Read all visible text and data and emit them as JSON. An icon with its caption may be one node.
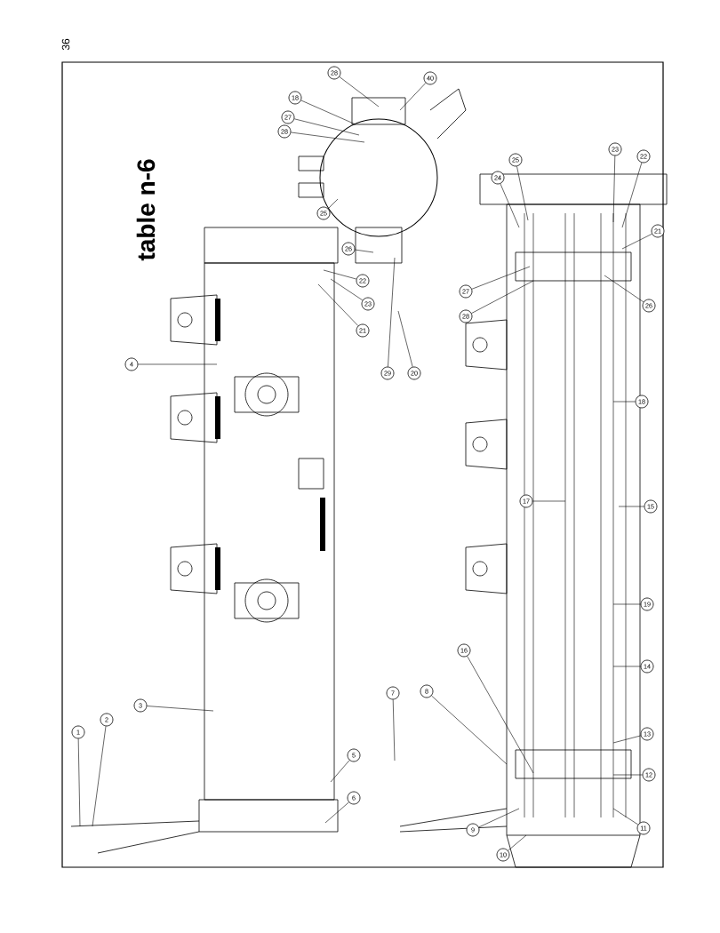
{
  "diagram": {
    "title": "table n-6",
    "nodes": [
      {
        "text": [
          "28"
        ]
      },
      {
        "text": [
          "40"
        ]
      },
      {
        "text": [
          "18"
        ]
      },
      {
        "text": [
          "27"
        ]
      },
      {
        "text": [
          "28"
        ]
      },
      {
        "text": [
          "25"
        ]
      },
      {
        "text": [
          "26"
        ]
      },
      {
        "text": [
          "22"
        ]
      },
      {
        "text": [
          "23"
        ]
      },
      {
        "text": [
          "21"
        ]
      },
      {
        "text": [
          "29"
        ]
      },
      {
        "text": [
          "20"
        ]
      },
      {
        "text": [
          "24"
        ]
      },
      {
        "text": [
          "25"
        ]
      },
      {
        "text": [
          "23"
        ]
      },
      {
        "text": [
          "22"
        ]
      },
      {
        "text": [
          "21"
        ]
      },
      {
        "text": [
          "27"
        ]
      },
      {
        "text": [
          "28"
        ]
      },
      {
        "text": [
          "26"
        ]
      },
      {
        "text": [
          "4"
        ]
      },
      {
        "text": [
          "17"
        ]
      },
      {
        "text": [
          "18"
        ]
      },
      {
        "text": [
          "19"
        ]
      },
      {
        "text": [
          "15"
        ]
      },
      {
        "text": [
          "16"
        ]
      },
      {
        "text": [
          "1"
        ]
      },
      {
        "text": [
          "2"
        ]
      },
      {
        "text": [
          "3"
        ]
      },
      {
        "text": [
          "7"
        ]
      },
      {
        "text": [
          "8"
        ]
      },
      {
        "text": [
          "5"
        ]
      },
      {
        "text": [
          "6"
        ]
      },
      {
        "text": [
          "14"
        ]
      },
      {
        "text": [
          "13"
        ]
      },
      {
        "text": [
          "12"
        ]
      },
      {
        "text": [
          "9"
        ]
      },
      {
        "text": [
          "11"
        ]
      },
      {
        "text": [
          "10"
        ]
      }
    ],
    "edges": [
      {
        "from": 0,
        "to": null,
        "arrow": "none"
      },
      {
        "from": 1,
        "to": null,
        "arrow": "none"
      },
      {
        "from": 2,
        "to": null,
        "arrow": "none"
      },
      {
        "from": 3,
        "to": null,
        "arrow": "none"
      },
      {
        "from": 4,
        "to": null,
        "arrow": "none"
      },
      {
        "from": 5,
        "to": null,
        "arrow": "none"
      },
      {
        "from": 6,
        "to": null,
        "arrow": "none"
      },
      {
        "from": 7,
        "to": null,
        "arrow": "none"
      },
      {
        "from": 8,
        "to": null,
        "arrow": "none"
      },
      {
        "from": 9,
        "to": null,
        "arrow": "none"
      },
      {
        "from": 10,
        "to": null,
        "arrow": "none"
      },
      {
        "from": 11,
        "to": null,
        "arrow": "none"
      },
      {
        "from": 12,
        "to": null,
        "arrow": "none"
      },
      {
        "from": 13,
        "to": null,
        "arrow": "none"
      },
      {
        "from": 14,
        "to": null,
        "arrow": "none"
      },
      {
        "from": 15,
        "to": null,
        "arrow": "none"
      },
      {
        "from": 16,
        "to": null,
        "arrow": "none"
      },
      {
        "from": 17,
        "to": null,
        "arrow": "none"
      },
      {
        "from": 18,
        "to": null,
        "arrow": "none"
      },
      {
        "from": 19,
        "to": null,
        "arrow": "none"
      },
      {
        "from": 20,
        "to": null,
        "arrow": "none"
      },
      {
        "from": 21,
        "to": null,
        "arrow": "none"
      },
      {
        "from": 22,
        "to": null,
        "arrow": "none"
      },
      {
        "from": 23,
        "to": null,
        "arrow": "none"
      },
      {
        "from": 24,
        "to": null,
        "arrow": "none"
      },
      {
        "from": 25,
        "to": null,
        "arrow": "none"
      },
      {
        "from": 26,
        "to": null,
        "arrow": "none"
      },
      {
        "from": 27,
        "to": null,
        "arrow": "none"
      },
      {
        "from": 28,
        "to": null,
        "arrow": "none"
      },
      {
        "from": 29,
        "to": null,
        "arrow": "none"
      },
      {
        "from": 30,
        "to": null,
        "arrow": "none"
      },
      {
        "from": 31,
        "to": null,
        "arrow": "none"
      },
      {
        "from": 32,
        "to": null,
        "arrow": "none"
      },
      {
        "from": 33,
        "to": null,
        "arrow": "none"
      },
      {
        "from": 34,
        "to": null,
        "arrow": "none"
      },
      {
        "from": 35,
        "to": null,
        "arrow": "none"
      },
      {
        "from": 36,
        "to": null,
        "arrow": "none"
      },
      {
        "from": 37,
        "to": null,
        "arrow": "none"
      },
      {
        "from": 38,
        "to": null,
        "arrow": "none"
      }
    ],
    "labels": [
      "36"
    ]
  }
}
